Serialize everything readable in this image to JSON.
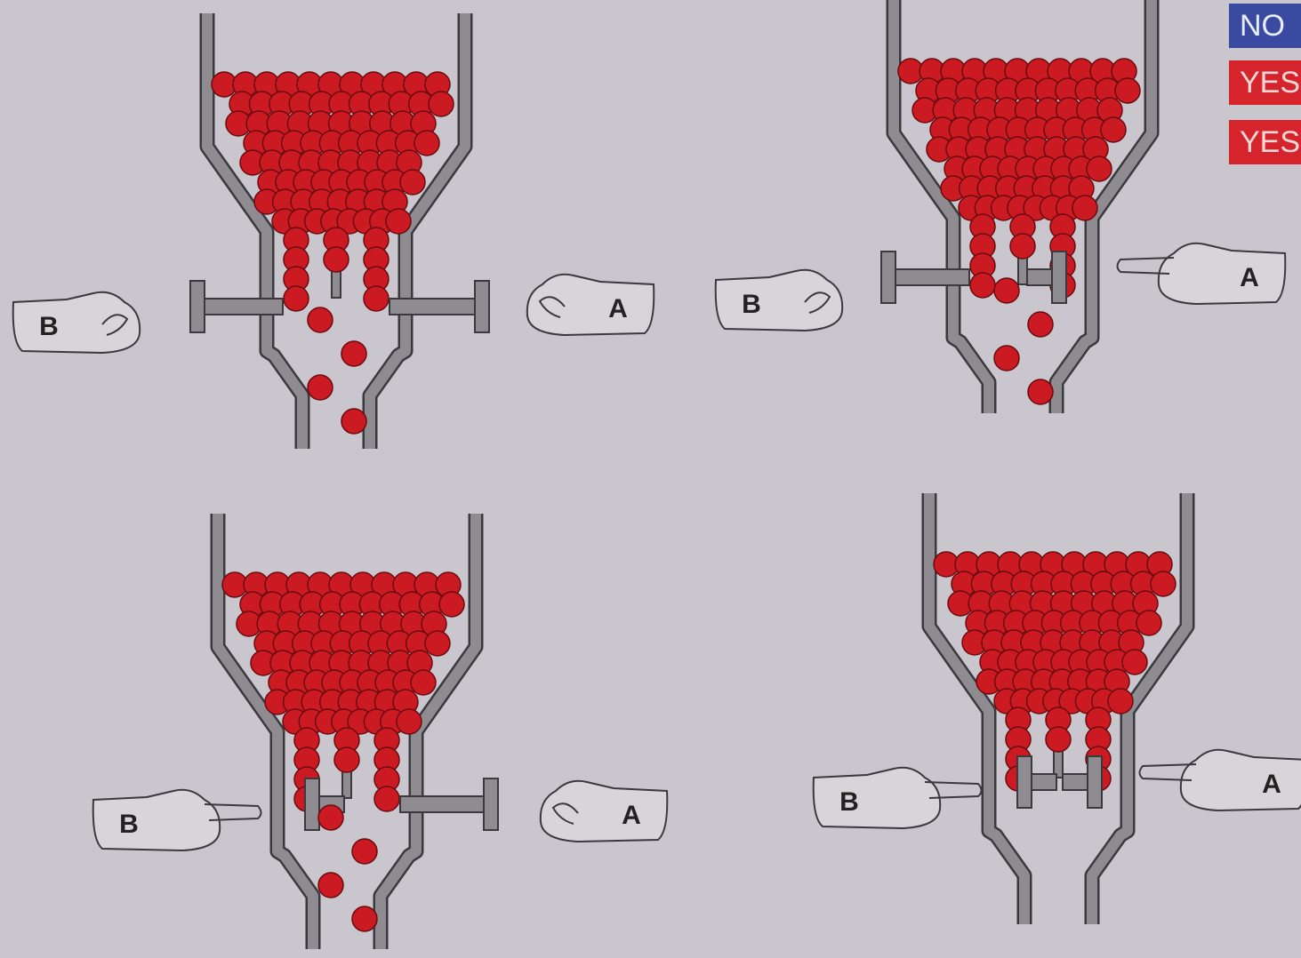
{
  "colors": {
    "background": "#c9c6cd",
    "pipe": "#8e8c90",
    "pipe_outline": "#3a3a3e",
    "ball": "#cc1a22",
    "ball_outline": "#6a0b10",
    "no_badge": "#3a4aa0",
    "yes_badge": "#d5242b"
  },
  "badges": [
    {
      "label": "NO",
      "color": "blue"
    },
    {
      "label": "YES",
      "color": "red"
    },
    {
      "label": "YES",
      "color": "red"
    }
  ],
  "panels": [
    {
      "name": "top-left",
      "hands": {
        "b": "B",
        "a": "A"
      },
      "b_pressed": false,
      "a_pressed": false,
      "balls_flowing": true
    },
    {
      "name": "top-right",
      "hands": {
        "b": "B",
        "a": "A"
      },
      "b_pressed": false,
      "a_pressed": true,
      "balls_flowing": true
    },
    {
      "name": "bottom-left",
      "hands": {
        "b": "B",
        "a": "A"
      },
      "b_pressed": true,
      "a_pressed": false,
      "balls_flowing": true
    },
    {
      "name": "bottom-right",
      "hands": {
        "b": "B",
        "a": "A"
      },
      "b_pressed": true,
      "a_pressed": true,
      "balls_flowing": false
    }
  ]
}
